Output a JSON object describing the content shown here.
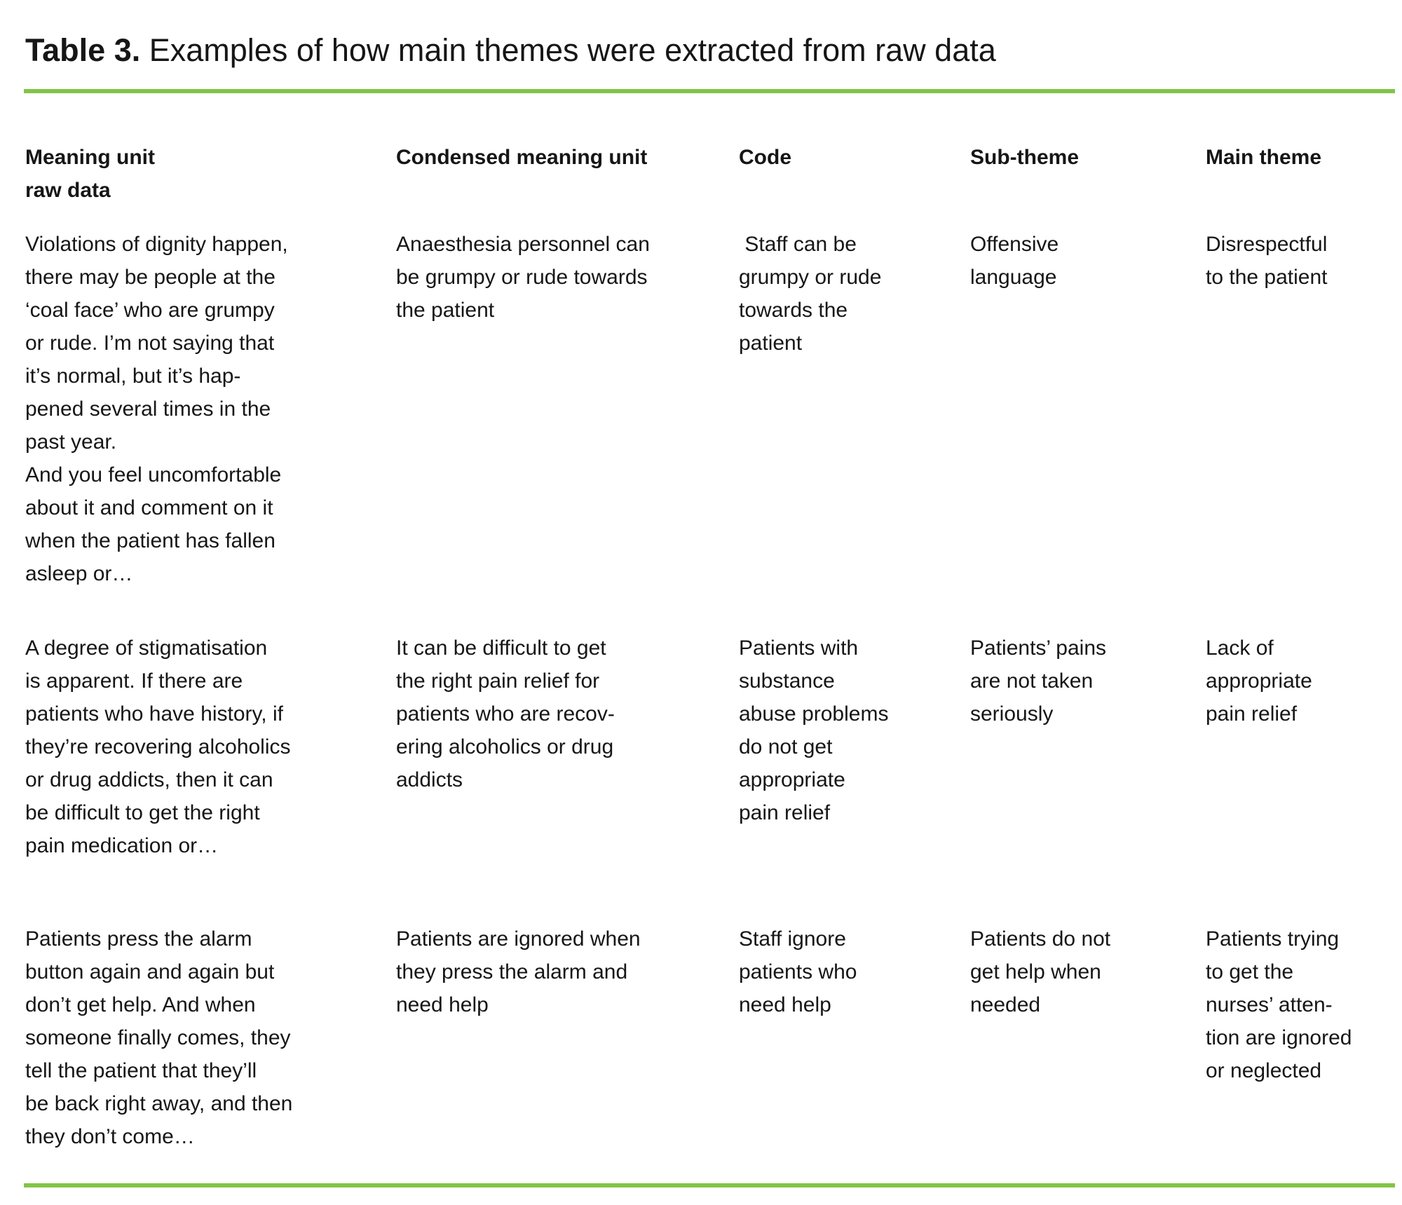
{
  "page": {
    "background_color": "#ffffff",
    "text_color": "#161616",
    "accent_color": "#82c548"
  },
  "title": {
    "label": "Table 3.",
    "text": "Examples of how main themes were extracted from raw data"
  },
  "table": {
    "headers": [
      "Meaning unit\nraw data",
      "Condensed meaning unit",
      "Code",
      "Sub-theme",
      "Main theme"
    ],
    "rows": [
      {
        "cells": [
          "Violations of dignity happen,\nthere may be people at the\n‘coal face’ who are grumpy\nor rude. I’m not saying that\nit’s normal, but it’s hap-\npened several times in the\npast year.\nAnd you feel uncomfortable\nabout it and comment on it\nwhen the patient has fallen\nasleep or…",
          "Anaesthesia personnel can\nbe grumpy or rude towards\nthe patient",
          " Staff can be\ngrumpy or rude\ntowards the\npatient",
          "Offensive\nlanguage",
          "Disrespectful\nto the patient"
        ]
      },
      {
        "cells": [
          "A degree of stigmatisation\nis apparent. If there are\npatients who have history, if\nthey’re recovering alcoholics\nor drug addicts, then it can\nbe difficult to get the right\npain medication or…",
          "It can be difficult to get\nthe right pain relief for\npatients who are recov-\nering alcoholics or drug\naddicts",
          "Patients with\nsubstance\nabuse problems\ndo not get\nappropriate\npain relief",
          "Patients’ pains\nare not taken\nseriously",
          "Lack of\nappropriate\npain relief"
        ]
      },
      {
        "cells": [
          "Patients press the alarm\nbutton again and again but\ndon’t get help. And when\nsomeone finally comes, they\ntell the patient that they’ll\nbe back right away, and then\nthey don’t come…",
          "Patients are ignored when\nthey press the alarm and\nneed help",
          "Staff ignore\npatients who\nneed help",
          "Patients do not\nget help when\nneeded",
          "Patients trying\nto get the\nnurses’ atten-\ntion are ignored\nor neglected"
        ]
      }
    ]
  }
}
